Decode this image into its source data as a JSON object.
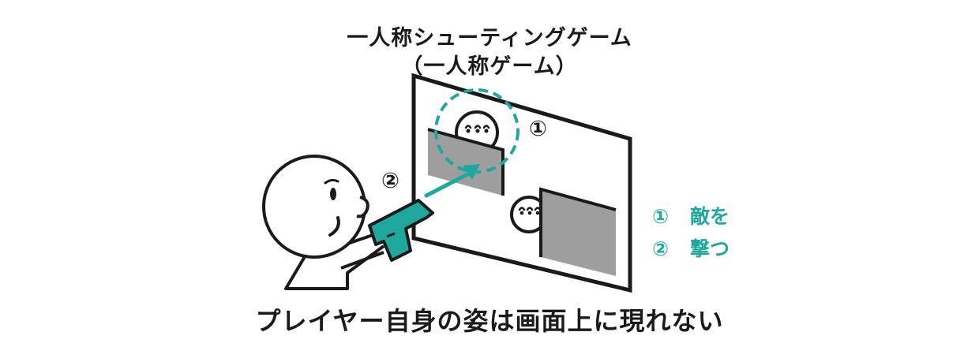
{
  "title": {
    "line1": "一人称シューティングゲーム",
    "line2": "（一人称ゲーム）"
  },
  "markers": {
    "m1": "①",
    "m2": "②"
  },
  "legend": {
    "items": [
      {
        "num": "①",
        "text": "敵を"
      },
      {
        "num": "②",
        "text": "撃つ"
      }
    ]
  },
  "caption": "プレイヤー自身の姿は画面上に現れない",
  "colors": {
    "accent": "#1fa89e",
    "ink": "#1a1a1a",
    "cover": "#9e9e9e"
  }
}
